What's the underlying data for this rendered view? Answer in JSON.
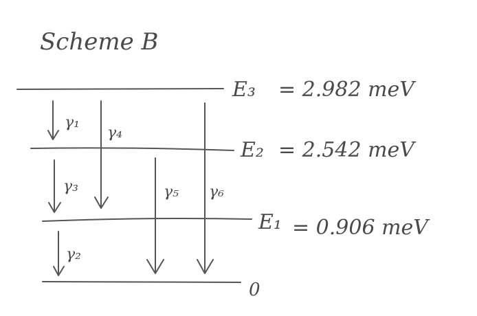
{
  "title": "Scheme B",
  "levels": [
    {
      "label": "E₃",
      "value_text": "= 2.982 meV"
    },
    {
      "label": "E₂",
      "value_text": "= 2.542 meV"
    },
    {
      "label": "E₁",
      "value_text": "= 0.906 meV"
    },
    {
      "label": "0",
      "value_text": ""
    }
  ],
  "transitions": [
    {
      "label": "γ₁",
      "from": "E3",
      "to": "E2"
    },
    {
      "label": "γ₄",
      "from": "E3",
      "to": "E1"
    },
    {
      "label": "γ₃",
      "from": "E2",
      "to": "E1"
    },
    {
      "label": "γ₅",
      "from": "E2",
      "to": "0"
    },
    {
      "label": "γ₆",
      "from": "E3",
      "to": "0"
    },
    {
      "label": "γ₂",
      "from": "E1",
      "to": "0"
    }
  ]
}
